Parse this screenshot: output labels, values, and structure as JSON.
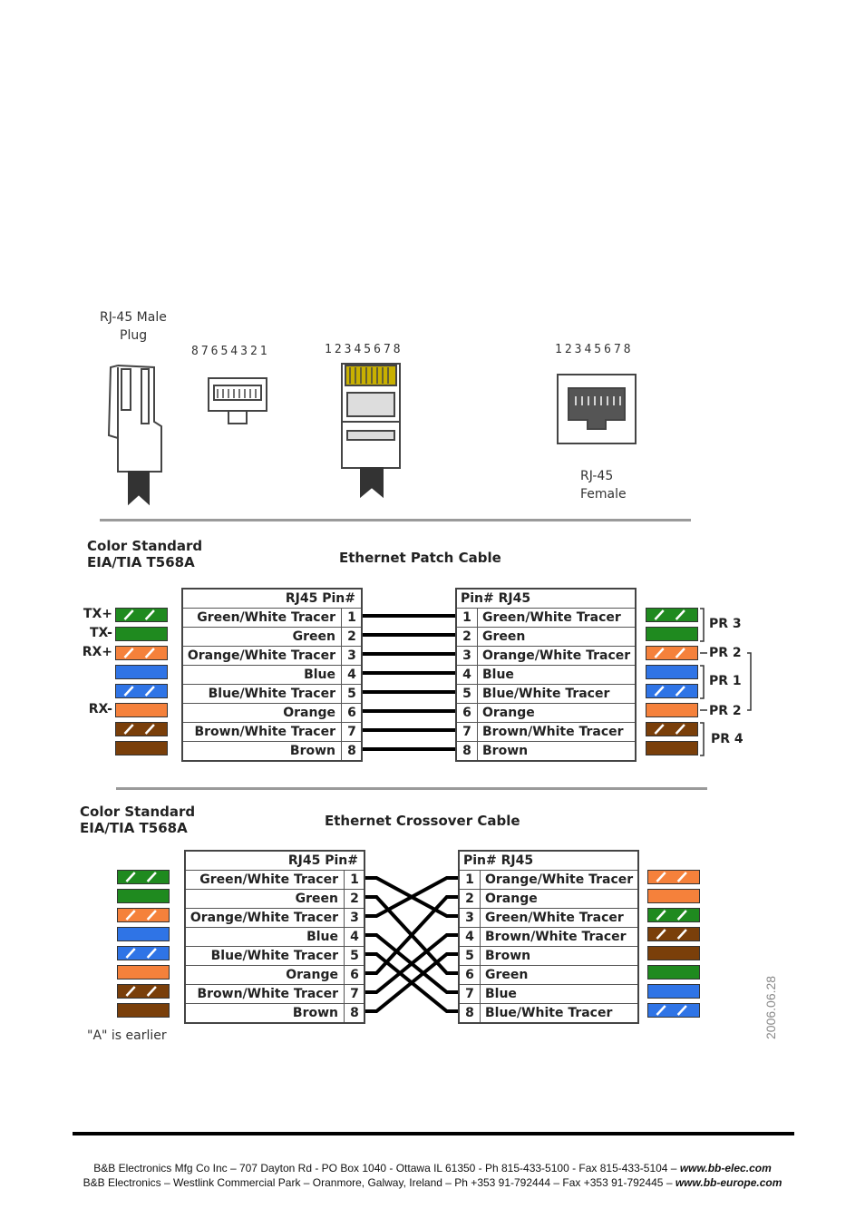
{
  "connectors": {
    "male_plug_label_line1": "RJ-45 Male",
    "male_plug_label_line2": "Plug",
    "front_pin_numbers": "87654321",
    "side_pin_numbers": "12345678",
    "female_pin_numbers": "12345678",
    "female_label_line1": "RJ-45",
    "female_label_line2": "Female"
  },
  "patch": {
    "standard_line1": "Color  Standard",
    "standard_line2": "EIA/TIA T568A",
    "title": "Ethernet Patch Cable",
    "left_header": "RJ45   Pin#",
    "right_header": "Pin#   RJ45",
    "left_rows": [
      {
        "name": "Green/White Tracer",
        "pin": "1"
      },
      {
        "name": "Green",
        "pin": "2"
      },
      {
        "name": "Orange/White Tracer",
        "pin": "3"
      },
      {
        "name": "Blue",
        "pin": "4"
      },
      {
        "name": "Blue/White Tracer",
        "pin": "5"
      },
      {
        "name": "Orange",
        "pin": "6"
      },
      {
        "name": "Brown/White Tracer",
        "pin": "7"
      },
      {
        "name": "Brown",
        "pin": "8"
      }
    ],
    "right_rows": [
      {
        "pin": "1",
        "name": "Green/White Tracer"
      },
      {
        "pin": "2",
        "name": "Green"
      },
      {
        "pin": "3",
        "name": "Orange/White Tracer"
      },
      {
        "pin": "4",
        "name": "Blue"
      },
      {
        "pin": "5",
        "name": "Blue/White Tracer"
      },
      {
        "pin": "6",
        "name": "Orange"
      },
      {
        "pin": "7",
        "name": "Brown/White Tracer"
      },
      {
        "pin": "8",
        "name": "Brown"
      }
    ],
    "signals": [
      "TX+",
      "TX-",
      "RX+",
      "",
      "",
      "RX-",
      "",
      ""
    ],
    "pairs": {
      "pr3": "PR 3",
      "pr2a": "PR 2",
      "pr1": "PR 1",
      "pr2b": "PR 2",
      "pr4": "PR 4"
    },
    "wiring": [
      1,
      2,
      3,
      4,
      5,
      6,
      7,
      8
    ]
  },
  "crossover": {
    "standard_line1": "Color  Standard",
    "standard_line2": "EIA/TIA T568A",
    "title": "Ethernet Crossover Cable",
    "left_header": "RJ45   Pin#",
    "right_header": "Pin#   RJ45",
    "left_rows": [
      {
        "name": "Green/White Tracer",
        "pin": "1"
      },
      {
        "name": "Green",
        "pin": "2"
      },
      {
        "name": "Orange/White Tracer",
        "pin": "3"
      },
      {
        "name": "Blue",
        "pin": "4"
      },
      {
        "name": "Blue/White Tracer",
        "pin": "5"
      },
      {
        "name": "Orange",
        "pin": "6"
      },
      {
        "name": "Brown/White Tracer",
        "pin": "7"
      },
      {
        "name": "Brown",
        "pin": "8"
      }
    ],
    "right_rows": [
      {
        "pin": "1",
        "name": "Orange/White Tracer"
      },
      {
        "pin": "2",
        "name": "Orange"
      },
      {
        "pin": "3",
        "name": "Green/White Tracer"
      },
      {
        "pin": "4",
        "name": "Brown/White Tracer"
      },
      {
        "pin": "5",
        "name": "Brown"
      },
      {
        "pin": "6",
        "name": "Green"
      },
      {
        "pin": "7",
        "name": "Blue"
      },
      {
        "pin": "8",
        "name": "Blue/White Tracer"
      }
    ],
    "wiring": [
      3,
      6,
      1,
      7,
      8,
      2,
      4,
      5
    ],
    "note": "\"A\" is earlier"
  },
  "swatches": {
    "left": [
      "green-white",
      "green",
      "orange-white",
      "blue",
      "blue-white",
      "orange",
      "brown-white",
      "brown"
    ],
    "patch_right": [
      "green-white",
      "green",
      "orange-white",
      "blue",
      "blue-white",
      "orange",
      "brown-white",
      "brown"
    ],
    "crossover_right": [
      "orange-white",
      "orange",
      "green-white",
      "brown-white",
      "brown",
      "green",
      "blue",
      "blue-white"
    ]
  },
  "colors": {
    "green": "#1f8a1f",
    "orange": "#f5813b",
    "blue": "#2f74e6",
    "brown": "#7a3f0a",
    "stripe": "#ffffff"
  },
  "datestamp": "2006.06.28",
  "footer": {
    "line1_text": "B&B Electronics Mfg Co Inc – 707 Dayton Rd - PO Box 1040 - Ottawa IL 61350 - Ph 815-433-5100 - Fax 815-433-5104 – ",
    "line1_url": "www.bb-elec.com",
    "line2_text": "B&B Electronics – Westlink Commercial Park – Oranmore, Galway, Ireland – Ph +353 91-792444 – Fax +353 91-792445 – ",
    "line2_url": "www.bb-europe.com"
  }
}
